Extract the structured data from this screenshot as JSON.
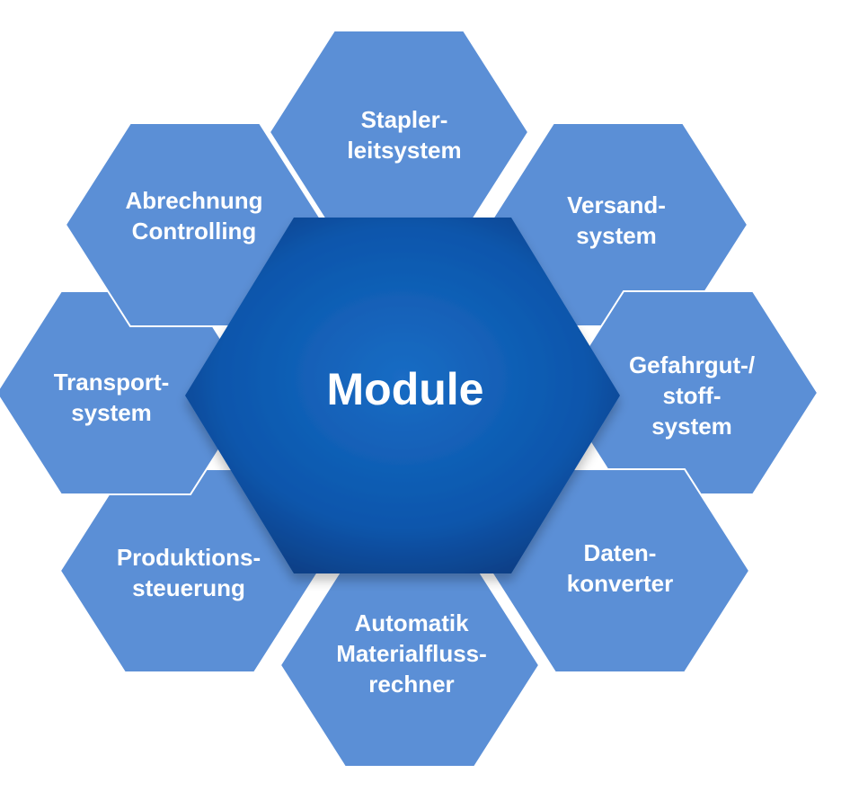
{
  "diagram": {
    "center": {
      "id": "module",
      "lines": [
        "Module"
      ]
    },
    "modules": [
      {
        "id": "stapler-leitsystem",
        "lines": [
          "Stapler-",
          "leitsystem"
        ]
      },
      {
        "id": "versand-system",
        "lines": [
          "Versand-",
          "system"
        ]
      },
      {
        "id": "gefahrgut-system",
        "lines": [
          "Gefahrgut-/",
          "stoff-",
          "system"
        ]
      },
      {
        "id": "daten-konverter",
        "lines": [
          "Daten-",
          "konverter"
        ]
      },
      {
        "id": "automatik-materialfluss",
        "lines": [
          "Automatik",
          "Materialfluss-",
          "rechner"
        ]
      },
      {
        "id": "produktions-steuerung",
        "lines": [
          "Produktions-",
          "steuerung"
        ]
      },
      {
        "id": "transport-system",
        "lines": [
          "Transport-",
          "system"
        ]
      },
      {
        "id": "abrechnung-controlling",
        "lines": [
          "Abrechnung",
          "Controlling"
        ]
      }
    ],
    "colors": {
      "outer_fill": "#5b8fd6",
      "outer_stroke": "#ffffff",
      "center_light": "#1e70c8",
      "center_dark": "#0a3f8a"
    }
  }
}
